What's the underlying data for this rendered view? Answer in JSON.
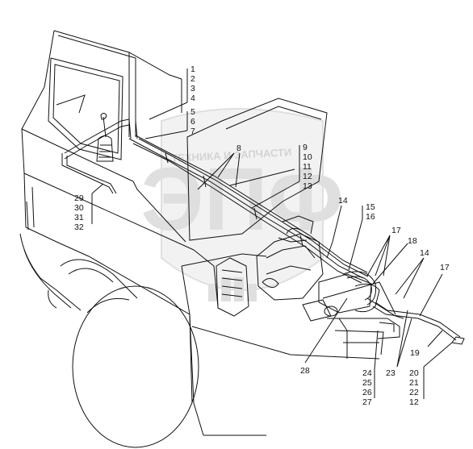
{
  "watermark": {
    "text": "ТЕХНИКА И ЗАПЧАСТИ",
    "logo_letters": "ЭПФ",
    "color": "#b9b9b9"
  },
  "callouts": {
    "group_top": [
      "1",
      "2",
      "3",
      "4"
    ],
    "group_mid": [
      "5",
      "6",
      "7"
    ],
    "label_8": "8",
    "group_right": [
      "9",
      "10",
      "11",
      "12",
      "13"
    ],
    "group_left": [
      "29",
      "30",
      "31",
      "32"
    ],
    "label_14a": "14",
    "group_15": [
      "15",
      "16"
    ],
    "label_17a": "17",
    "label_18": "18",
    "label_14b": "14",
    "label_17b": "17",
    "label_19": "19",
    "group_br": [
      "20",
      "21",
      "22",
      "12"
    ],
    "label_23": "23",
    "group_bm": [
      "24",
      "25",
      "26",
      "27"
    ],
    "label_28": "28"
  }
}
